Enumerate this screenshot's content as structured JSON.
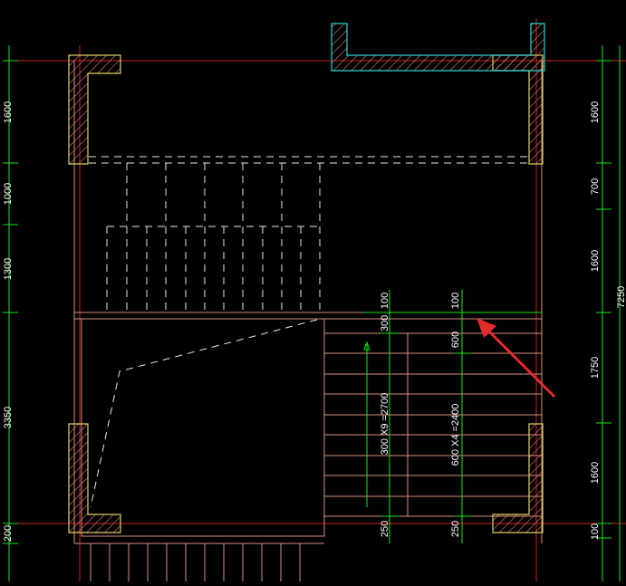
{
  "drawing": {
    "colors": {
      "background": "#000000",
      "axis": "#d11e1e",
      "dim": "#19e619",
      "wall": "#d98f80",
      "wall_hatch": "#e0d060",
      "wall_cyan": "#26d4d4",
      "hatch_fill": "#d98080",
      "arrow": "#e42b2b",
      "text": "#ffffff",
      "dash": "#ffffff",
      "stair": "#d98f80"
    },
    "left_dims": [
      "1600",
      "1000",
      "1300",
      "3350",
      "200"
    ],
    "right_dims": [
      "1600",
      "700",
      "1600",
      "1750",
      "1600",
      "100"
    ],
    "overall_dim": "7250",
    "stair_dims_left": [
      "100",
      "300",
      "300 X9 =2700",
      "250"
    ],
    "stair_dims_right": [
      "100",
      "600",
      "600 X4 =2400",
      "250"
    ]
  }
}
